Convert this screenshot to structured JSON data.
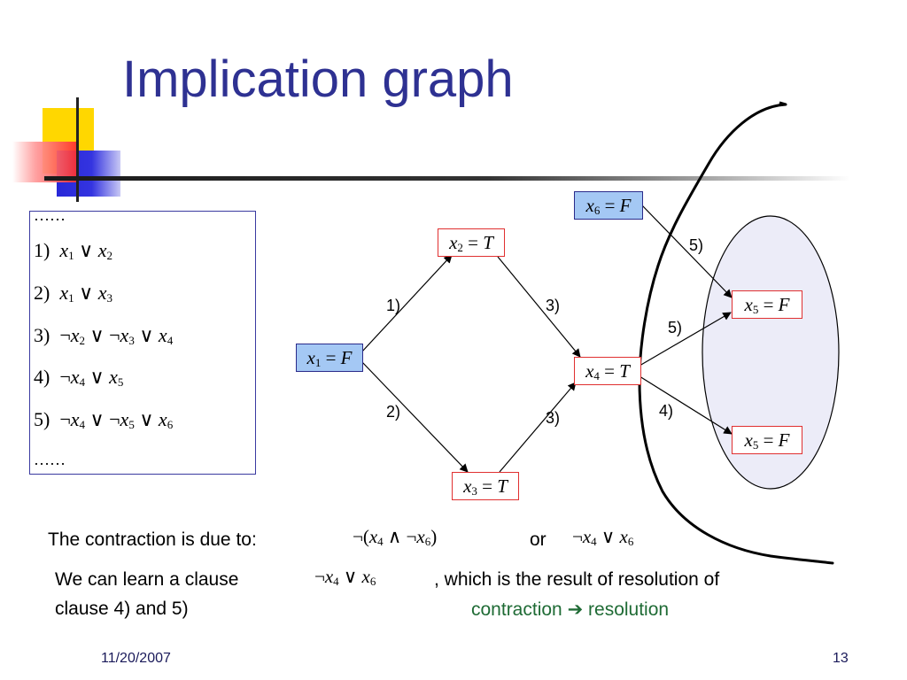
{
  "title": "Implication graph",
  "clauses": {
    "top_ellipsis": "……",
    "bottom_ellipsis": "……",
    "items": [
      {
        "num": "1)",
        "expr": [
          {
            "neg": false,
            "var": "x",
            "sub": "1"
          },
          {
            "op": "∨"
          },
          {
            "neg": false,
            "var": "x",
            "sub": "2"
          }
        ]
      },
      {
        "num": "2)",
        "expr": [
          {
            "neg": false,
            "var": "x",
            "sub": "1"
          },
          {
            "op": "∨"
          },
          {
            "neg": false,
            "var": "x",
            "sub": "3"
          }
        ]
      },
      {
        "num": "3)",
        "expr": [
          {
            "neg": true,
            "var": "x",
            "sub": "2"
          },
          {
            "op": "∨"
          },
          {
            "neg": true,
            "var": "x",
            "sub": "3"
          },
          {
            "op": "∨"
          },
          {
            "neg": false,
            "var": "x",
            "sub": "4"
          }
        ]
      },
      {
        "num": "4)",
        "expr": [
          {
            "neg": true,
            "var": "x",
            "sub": "4"
          },
          {
            "op": "∨"
          },
          {
            "neg": false,
            "var": "x",
            "sub": "5"
          }
        ]
      },
      {
        "num": "5)",
        "expr": [
          {
            "neg": true,
            "var": "x",
            "sub": "4"
          },
          {
            "op": "∨"
          },
          {
            "neg": true,
            "var": "x",
            "sub": "5"
          },
          {
            "op": "∨"
          },
          {
            "neg": false,
            "var": "x",
            "sub": "6"
          }
        ]
      }
    ]
  },
  "nodes": {
    "x1": {
      "var": "x",
      "sub": "1",
      "val": "F"
    },
    "x2": {
      "var": "x",
      "sub": "2",
      "val": "T"
    },
    "x3": {
      "var": "x",
      "sub": "3",
      "val": "T"
    },
    "x4": {
      "var": "x",
      "sub": "4",
      "val": "T"
    },
    "x6": {
      "var": "x",
      "sub": "6",
      "val": "F"
    },
    "x5a": {
      "var": "x",
      "sub": "5",
      "val": "F"
    },
    "x5b": {
      "var": "x",
      "sub": "5",
      "val": "F"
    },
    "eq": "="
  },
  "edge_labels": {
    "x1_x2": "1)",
    "x1_x3": "2)",
    "x2_x4": "3)",
    "x3_x4": "3)",
    "x6_x5a": "5)",
    "x4_x5a": "5)",
    "x4_x5b": "4)"
  },
  "contraction": {
    "label": "The contraction is due to:",
    "or": "or"
  },
  "learn": {
    "prefix": "We can learn a clause",
    "suffix": ", which is  the result of resolution of",
    "line2": "clause 4) and 5)",
    "highlight_a": "contraction",
    "arrow": "➔",
    "highlight_b": "resolution"
  },
  "footer": {
    "date": "11/20/2007",
    "page": "13"
  },
  "colors": {
    "title": "#2e3192",
    "node_border_red": "#e03030",
    "node_fill_blue": "#a4c8f4",
    "ellipse_fill": "#ececf8",
    "highlight_green": "#1f6b35"
  }
}
